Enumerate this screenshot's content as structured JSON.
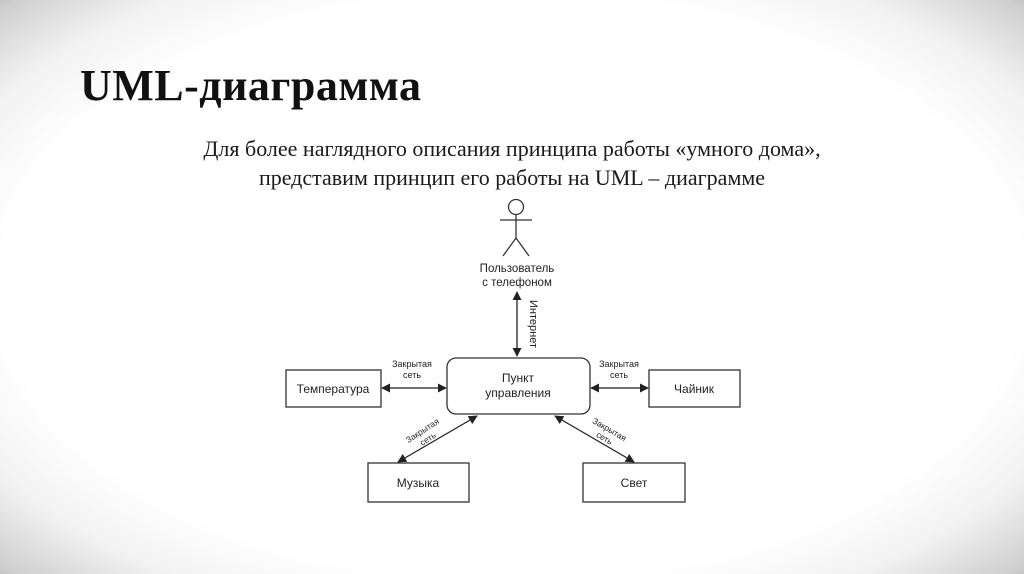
{
  "slide": {
    "title": "UML-диаграмма",
    "subtitle_line1": "Для более наглядного описания принципа работы «умного дома»,",
    "subtitle_line2": "представим принцип его работы на UML – диаграмме"
  },
  "diagram": {
    "actor": {
      "line1": "Пользователь",
      "line2": "с телефоном"
    },
    "internet_label": "Интернет",
    "center": {
      "line1": "Пункт",
      "line2": "управления"
    },
    "nodes": {
      "temperature": "Температура",
      "kettle": "Чайник",
      "music": "Музыка",
      "light": "Свет"
    },
    "edge_labels": {
      "left_line1": "Закрытая",
      "left_line2": "сеть",
      "right_line1": "Закрытая",
      "right_line2": "сеть",
      "lower_left_line1": "Закрытая",
      "lower_left_line2": "сеть",
      "lower_right_line1": "Закрытая",
      "lower_right_line2": "сеть"
    }
  }
}
